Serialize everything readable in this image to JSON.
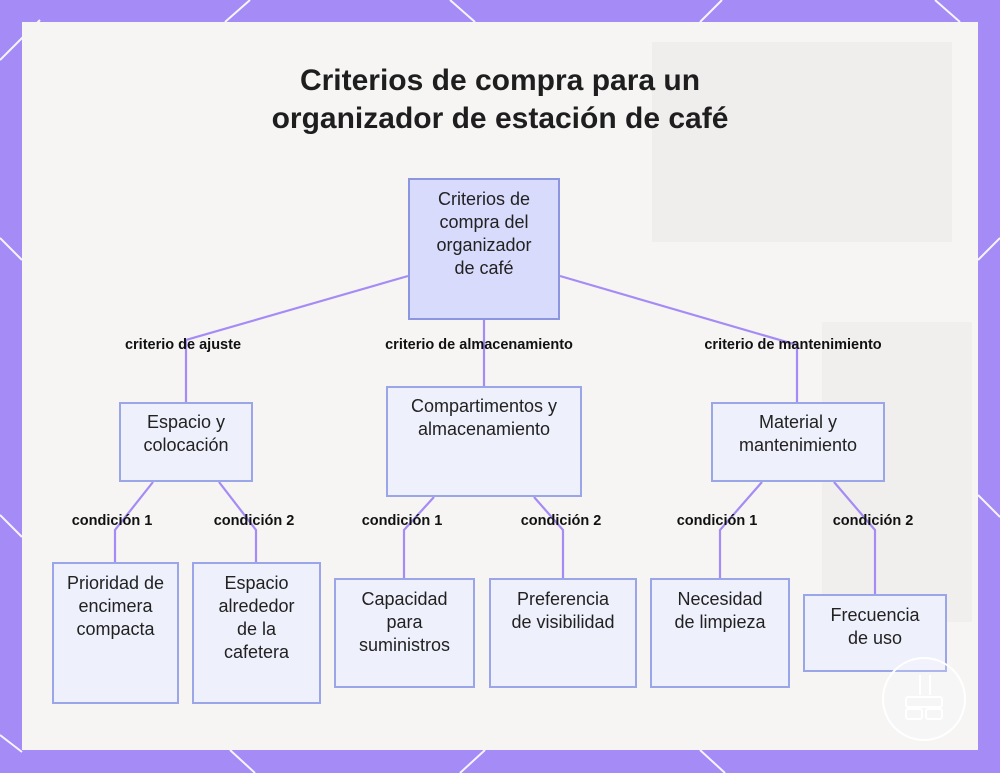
{
  "title_lines": [
    "Criterios de compra para un",
    "organizador de estación de café"
  ],
  "colors": {
    "frame": "#a58bf5",
    "edge": "#a58bf5",
    "node_fill": "#eef0fc",
    "node_border": "#9aa6e8",
    "root_fill": "#d8dbfb"
  },
  "root": {
    "label": "Criterios de compra del organizador de café"
  },
  "branches": [
    {
      "edge_label": "criterio de ajuste",
      "label": "Espacio y colocación",
      "children": [
        {
          "edge_label": "condición 1",
          "label": "Prioridad de encimera compacta"
        },
        {
          "edge_label": "condición 2",
          "label": "Espacio alrededor de la cafetera"
        }
      ]
    },
    {
      "edge_label": "criterio de almacenamiento",
      "label": "Compartimentos y almacenamiento",
      "children": [
        {
          "edge_label": "condición 1",
          "label": "Capacidad para suministros"
        },
        {
          "edge_label": "condición 2",
          "label": "Preferencia de visibilidad"
        }
      ]
    },
    {
      "edge_label": "criterio de mantenimiento",
      "label": "Material y mantenimiento",
      "children": [
        {
          "edge_label": "condición 1",
          "label": "Necesidad de limpieza"
        },
        {
          "edge_label": "condición 2",
          "label": "Frecuencia de uso"
        }
      ]
    }
  ],
  "logo": {
    "icon": "coffee-station-logo-icon"
  }
}
